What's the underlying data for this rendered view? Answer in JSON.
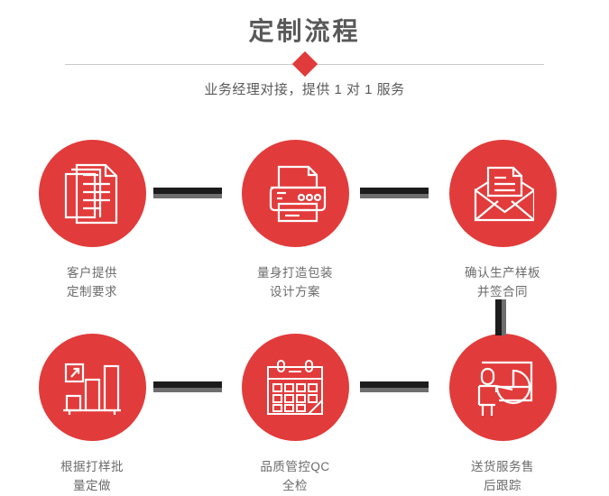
{
  "header": {
    "title": "定制流程",
    "subtitle": "业务经理对接，提供 1 对 1 服务",
    "divider_icon": "diamond-marker",
    "title_color": "#595959",
    "accent_color": "#e03a3a",
    "divider_color": "#c9c9c9"
  },
  "flow": {
    "accent_color": "#e23b3b",
    "connector_color": "#1c1c1c",
    "connector_shadow_color": "#6e6e6e",
    "steps": [
      {
        "index": 1,
        "icon": "documents-stack-icon",
        "line1": "客户提供",
        "line2": "定制要求"
      },
      {
        "index": 2,
        "icon": "printer-icon",
        "line1": "量身打造包装",
        "line2": "设计方案"
      },
      {
        "index": 3,
        "icon": "open-envelope-document-icon",
        "line1": "确认生产样板",
        "line2": "并签合同"
      },
      {
        "index": 4,
        "icon": "bar-chart-growth-icon",
        "line1": "根据打样批",
        "line2": "量定做"
      },
      {
        "index": 5,
        "icon": "calendar-icon",
        "line1": "品质管控QC",
        "line2": "全检"
      },
      {
        "index": 6,
        "icon": "presenter-pie-chart-icon",
        "line1": "送货服务售",
        "line2": "后跟踪"
      }
    ]
  }
}
